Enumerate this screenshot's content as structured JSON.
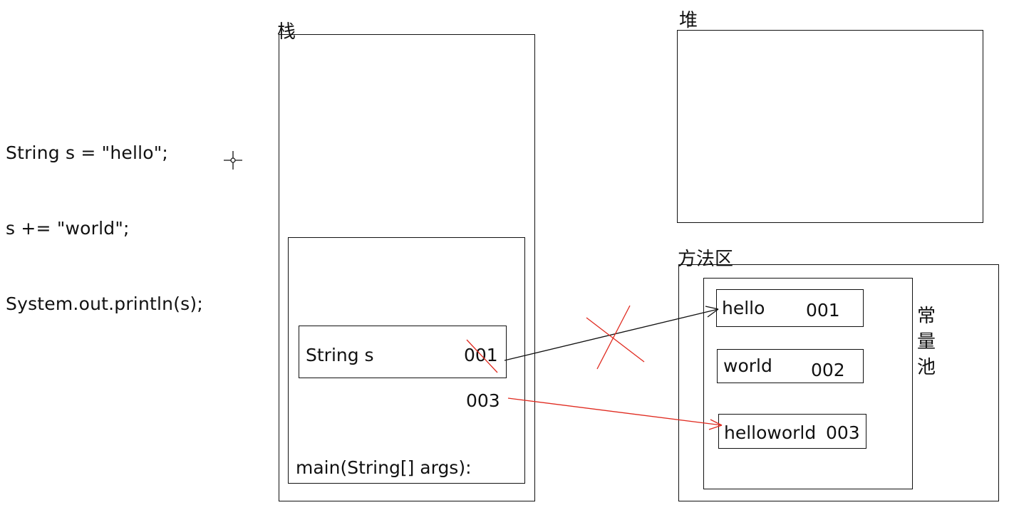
{
  "code_lines": [
    "String s = \"hello\";",
    "s += \"world\";",
    "System.out.println(s);"
  ],
  "regions": {
    "stack": "栈",
    "heap": "堆",
    "method_area": "方法区",
    "constant_pool": "常量池"
  },
  "stack_frame": {
    "method_label": "main(String[] args):",
    "variable_name": "String s",
    "old_address": "001",
    "new_address": "003"
  },
  "pool_entries": [
    {
      "value": "hello",
      "address": "001"
    },
    {
      "value": "world",
      "address": "002"
    },
    {
      "value": "helloworld",
      "address": "003"
    }
  ],
  "colors": {
    "line": "#111111",
    "red": "#e02b20"
  }
}
